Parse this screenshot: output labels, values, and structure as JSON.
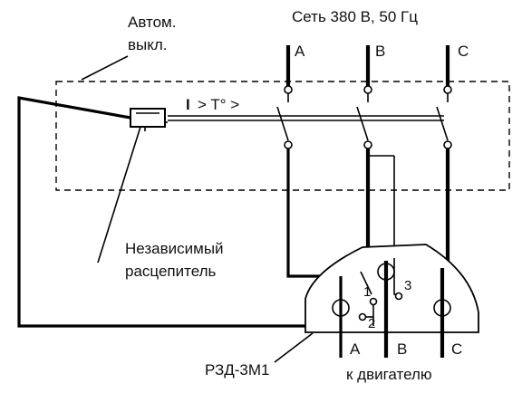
{
  "labels": {
    "network": "Сеть 380 В, 50 Гц",
    "breaker_line1": "Автом.",
    "breaker_line2": "выкл.",
    "trip_condition_i": "I",
    "trip_condition_rest": "> T° >",
    "shunt_release_line1": "Независимый",
    "shunt_release_line2": "расцепитель",
    "device": "РЗД-3М1",
    "to_motor": "к двигателю",
    "phase_a_top": "A",
    "phase_b_top": "B",
    "phase_c_top": "C",
    "phase_a_bottom": "A",
    "phase_b_bottom": "B",
    "phase_c_bottom": "C",
    "contact_1": "1",
    "contact_2": "2",
    "contact_3": "3"
  }
}
